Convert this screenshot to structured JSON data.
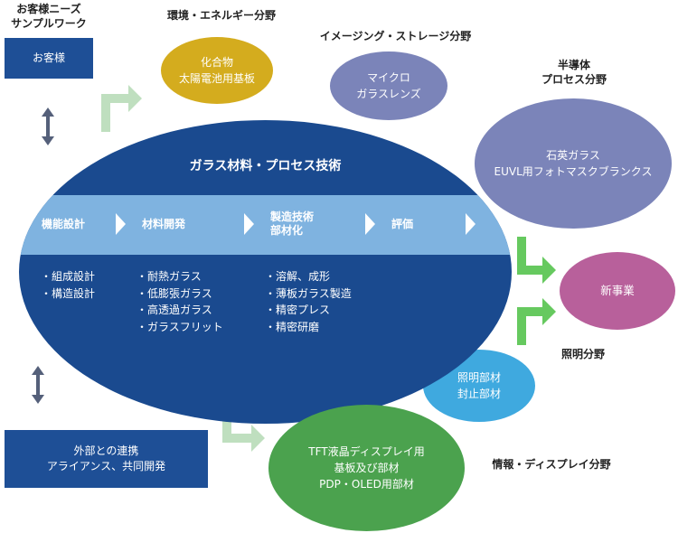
{
  "customer_needs": [
    "お客様ニーズ",
    "サンプルワーク"
  ],
  "customer_box": "お客様",
  "external_box": [
    "外部との連携",
    "アライアンス、共同開発"
  ],
  "fields": {
    "environment": "環境・エネルギー分野",
    "imaging": "イメージング・ストレージ分野",
    "semiconductor": [
      "半導体",
      "プロセス分野"
    ],
    "lighting": "照明分野",
    "display": "情報・ディスプレイ分野"
  },
  "bubbles": {
    "compound": [
      "化合物",
      "太陽電池用基板"
    ],
    "micro_lens": [
      "マイクロ",
      "ガラスレンズ"
    ],
    "quartz": [
      "石英ガラス",
      "EUVL用フォトマスクブランクス"
    ],
    "new_business": "新事業",
    "lighting_parts": [
      "照明部材",
      "封止部材"
    ],
    "display_parts": [
      "TFT液晶ディスプレイ用",
      "基板及び部材",
      "PDP・OLED用部材"
    ]
  },
  "core": {
    "title": "ガラス材料・プロセス技術",
    "steps": [
      {
        "label": [
          "機能設計"
        ]
      },
      {
        "label": [
          "材料開発"
        ]
      },
      {
        "label": [
          "製造技術",
          "部材化"
        ]
      },
      {
        "label": [
          "評価"
        ]
      }
    ],
    "lists": [
      [
        "・組成設計",
        "・構造設計"
      ],
      [
        "・耐熱ガラス",
        "・低膨張ガラス",
        "・高透過ガラス",
        "・ガラスフリット"
      ],
      [
        "・溶解、成形",
        "・薄板ガラス製造",
        "・精密プレス",
        "・精密研磨"
      ]
    ]
  },
  "colors": {
    "navy": "#1e4f96",
    "core_ellipse": "#1a4a8f",
    "band": "#7fb3e0",
    "gold": "#d4ac1e",
    "purple": "#7b84b9",
    "magenta": "#b8609b",
    "sky": "#3fa9df",
    "green": "#4ba24e",
    "arrow_light_green": "#bfdfbf",
    "arrow_green": "#66c95f",
    "arrow_gray": "#55607a"
  }
}
